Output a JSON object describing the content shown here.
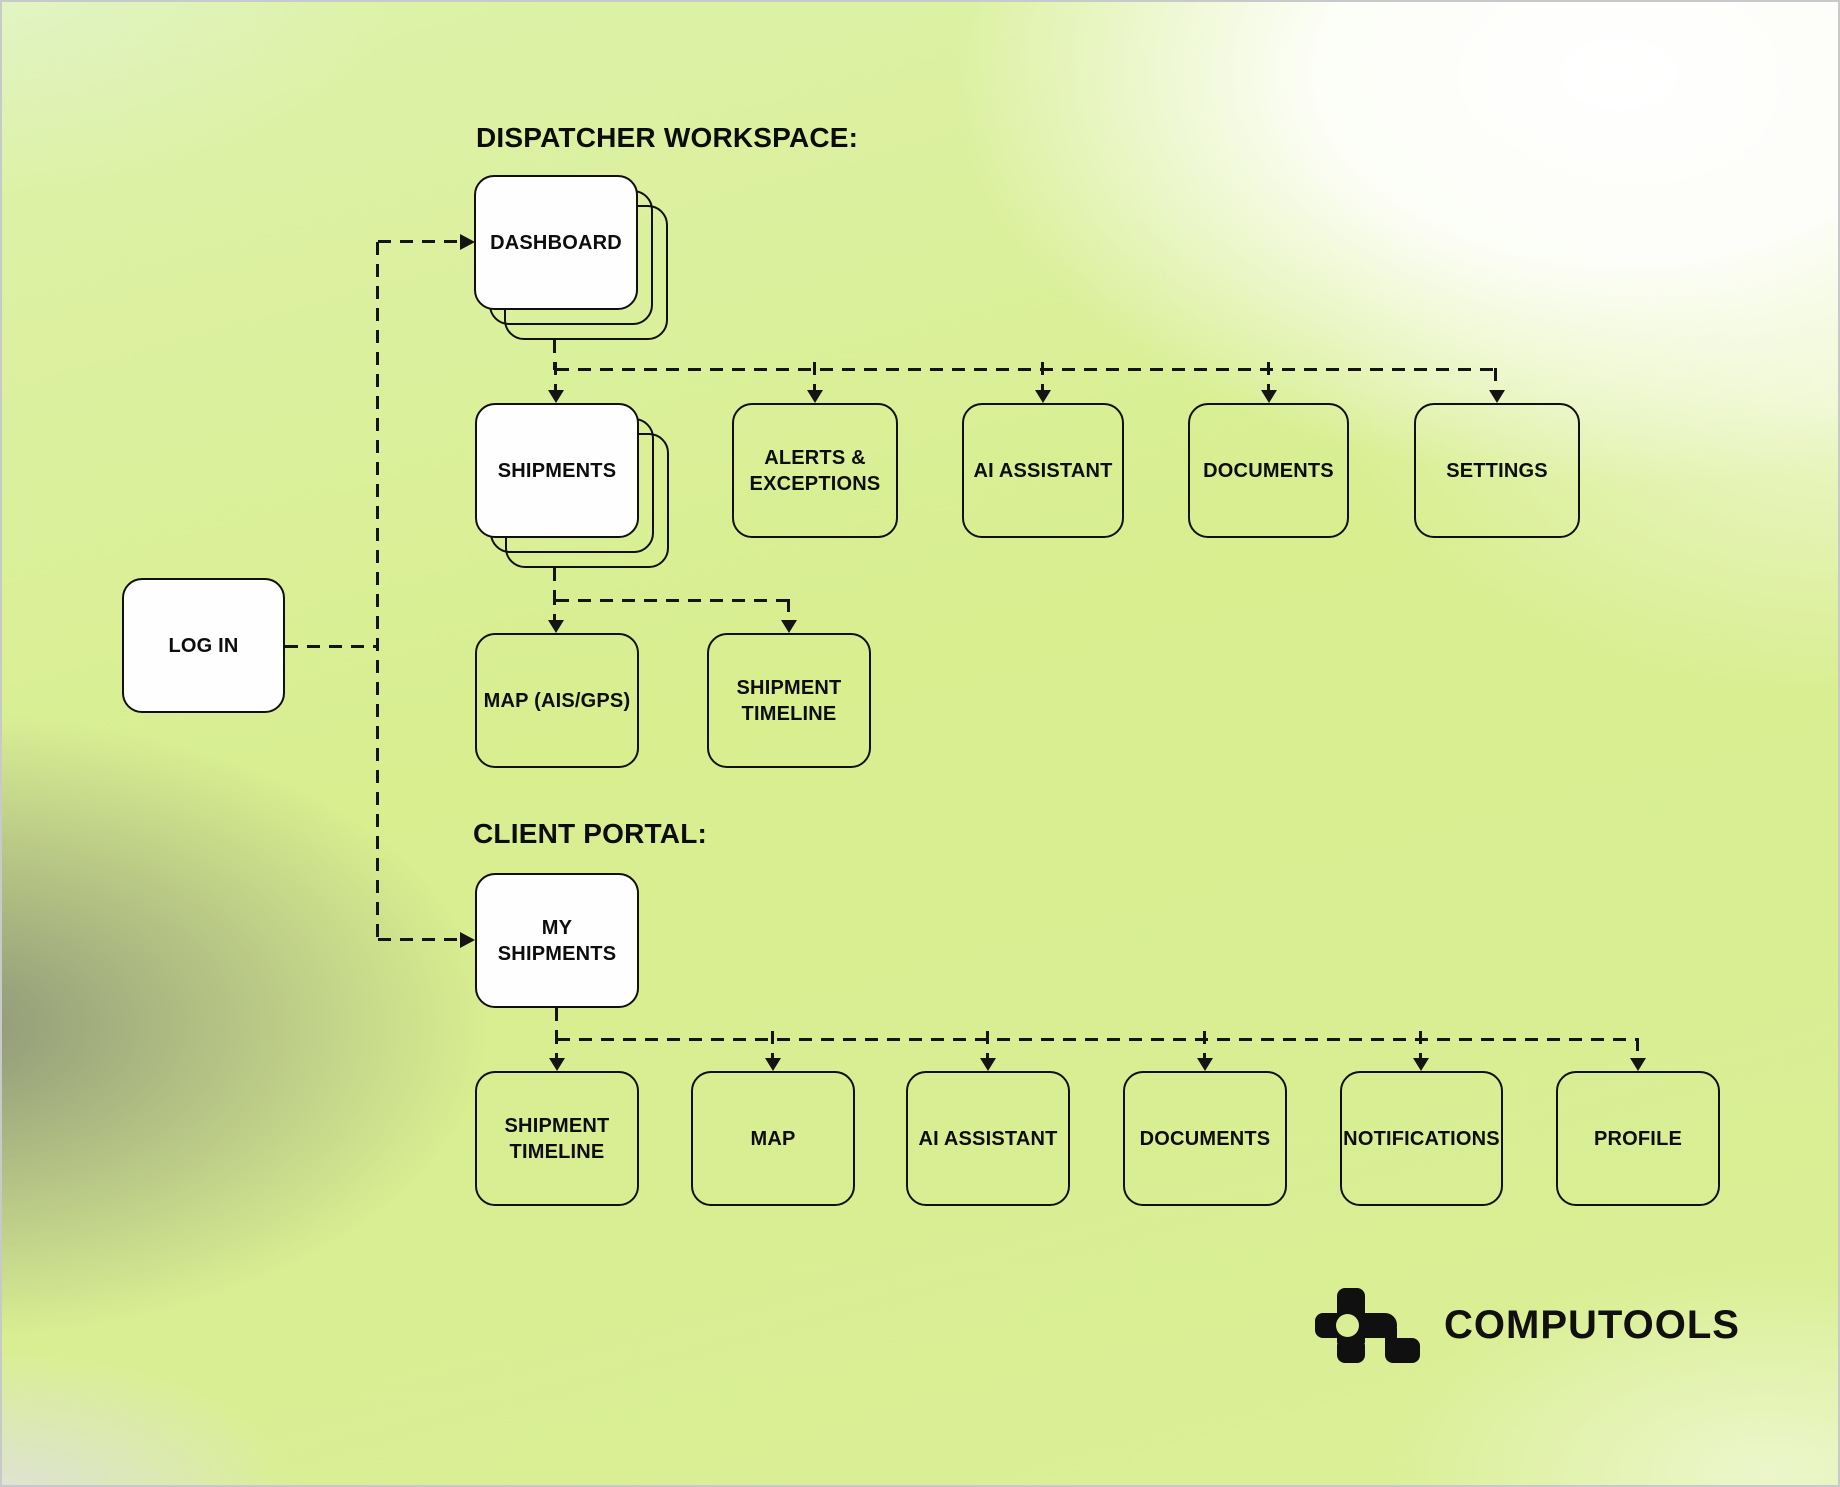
{
  "titles": {
    "dispatcher": "DISPATCHER WORKSPACE:",
    "client": "CLIENT PORTAL:"
  },
  "nodes": {
    "login": {
      "label": "LOG IN",
      "highlighted": true
    },
    "dashboard": {
      "label": "DASHBOARD",
      "highlighted": true,
      "stacked": true
    },
    "shipments": {
      "label": "SHIPMENTS",
      "highlighted": true,
      "stacked": true
    },
    "alerts": {
      "label": "ALERTS & EXCEPTIONS",
      "highlighted": false
    },
    "ai_dispatcher": {
      "label": "AI ASSISTANT",
      "highlighted": false
    },
    "documents_dispatcher": {
      "label": "DOCUMENTS",
      "highlighted": false
    },
    "settings": {
      "label": "SETTINGS",
      "highlighted": false
    },
    "map_dispatcher": {
      "label": "MAP (AIS/GPS)",
      "highlighted": false
    },
    "timeline_dispatcher": {
      "label": "SHIPMENT TIMELINE",
      "highlighted": false
    },
    "my_shipments": {
      "label": "MY SHIPMENTS",
      "highlighted": true
    },
    "timeline_client": {
      "label": "SHIPMENT TIMELINE",
      "highlighted": false
    },
    "map_client": {
      "label": "MAP",
      "highlighted": false
    },
    "ai_client": {
      "label": "AI ASSISTANT",
      "highlighted": false
    },
    "documents_client": {
      "label": "DOCUMENTS",
      "highlighted": false
    },
    "notifications": {
      "label": "NOTIFICATIONS",
      "highlighted": false
    },
    "profile": {
      "label": "PROFILE",
      "highlighted": false
    }
  },
  "logo": {
    "text": "COMPUTOOLS"
  },
  "colors": {
    "background_base": "#d8ee8f",
    "background_gray": "#a8ab9b",
    "node_border": "#101010",
    "node_fill_highlight": "#fefefe",
    "connector": "#141414",
    "text": "#0d0d0d"
  }
}
